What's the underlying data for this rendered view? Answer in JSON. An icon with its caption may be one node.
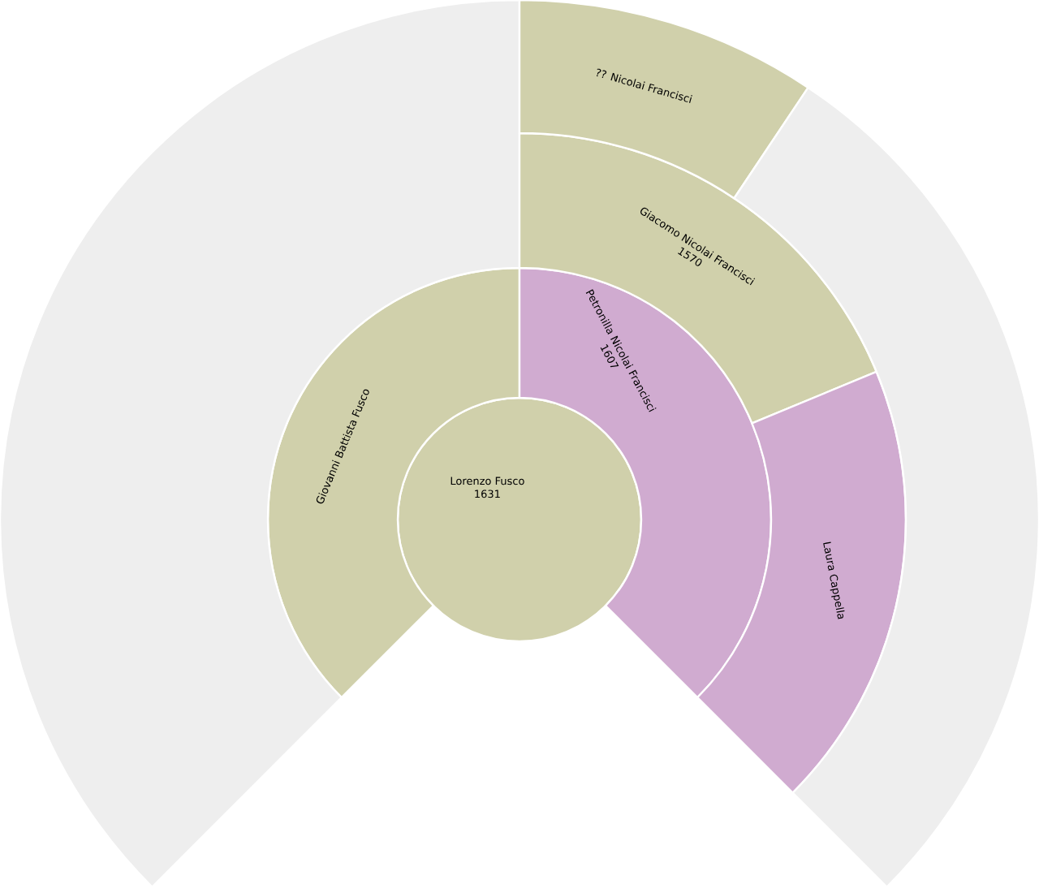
{
  "diagram": {
    "nodes": [
      {
        "text": [
          "Lorenzo Fusco",
          "1631"
        ]
      },
      {
        "text": [
          "Giovanni Battista Fusco"
        ]
      },
      {
        "text": [
          "Petronilla Nicolai Francisci",
          "1607"
        ]
      },
      {
        "text": [],
        "shape": "wedge"
      },
      {
        "text": [
          "Giacomo Nicolai Francisci",
          "1570"
        ]
      },
      {
        "text": [
          "Laura Cappella"
        ]
      },
      {
        "text": [
          "?? Nicolai Francisci"
        ]
      },
      {
        "text": [],
        "shape": "wedge"
      }
    ]
  }
}
